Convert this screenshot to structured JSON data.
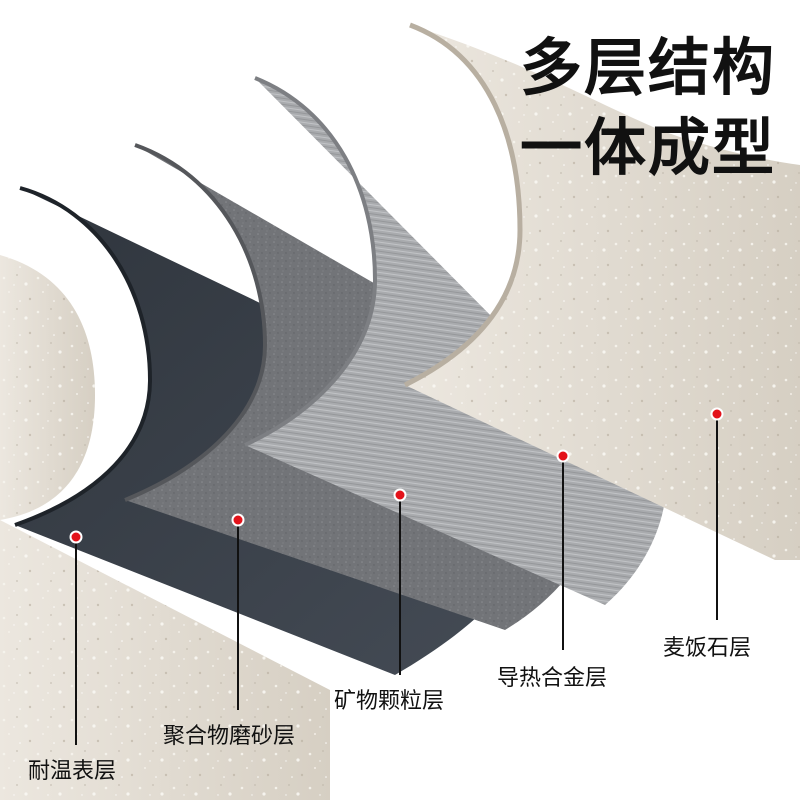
{
  "headline": {
    "line1": "多层结构",
    "line2": "一体成型"
  },
  "layers": [
    {
      "id": "heat-resistant",
      "label": "耐温表层",
      "color": "#3a4049"
    },
    {
      "id": "polymer-frosted",
      "label": "聚合物磨砂层",
      "color": "#74767a"
    },
    {
      "id": "mineral-particle",
      "label": "矿物颗粒层",
      "color": "#a5a7aa"
    },
    {
      "id": "thermal-alloy",
      "label": "导热合金层",
      "color": "#c9c2b6"
    },
    {
      "id": "maifan-stone",
      "label": "麦饭石层",
      "color": "#ddd6cb"
    }
  ],
  "colors": {
    "marker": "#e3121a",
    "leader": "#111111",
    "text": "#111111"
  }
}
